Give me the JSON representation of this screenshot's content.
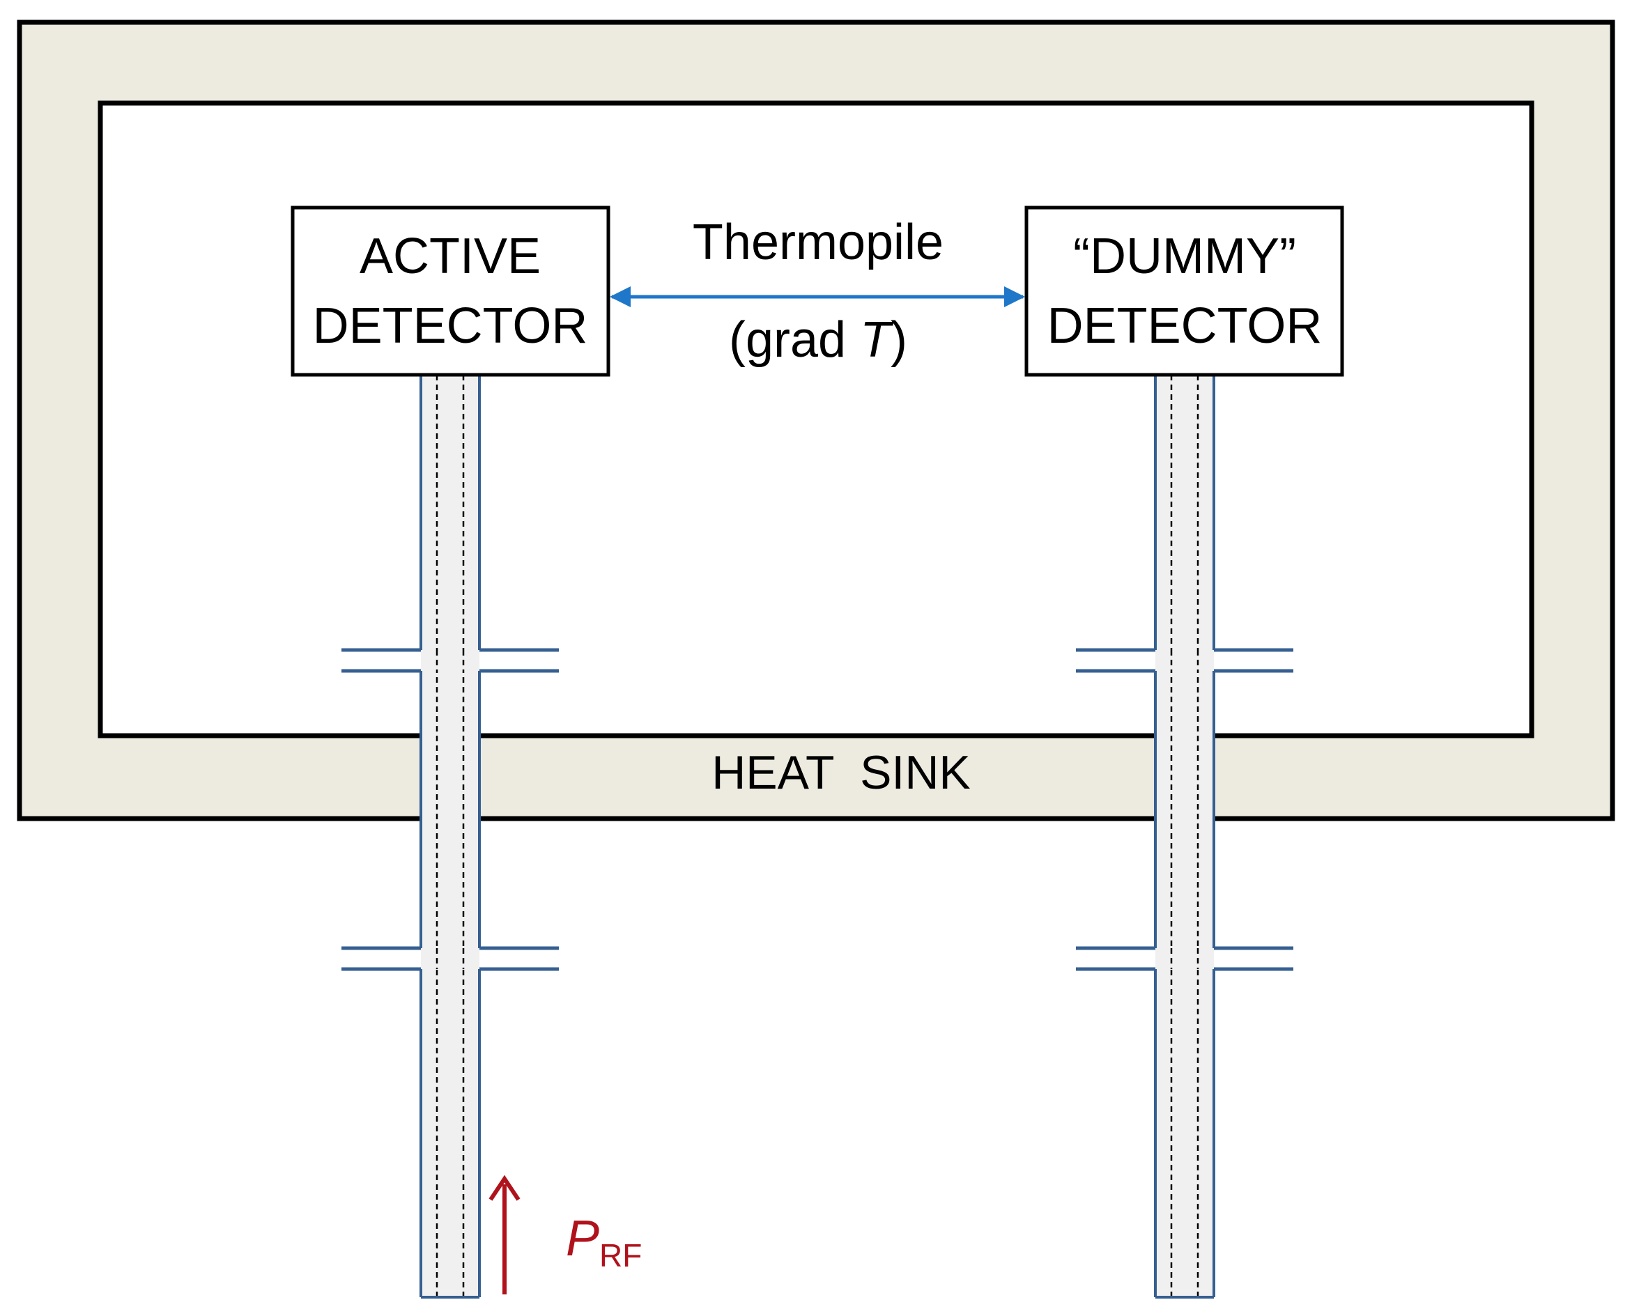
{
  "diagram": {
    "heat_sink_label": "HEAT  SINK",
    "active_detector": {
      "line1": "ACTIVE",
      "line2": "DETECTOR"
    },
    "dummy_detector": {
      "line1": "“DUMMY”",
      "line2": "DETECTOR"
    },
    "thermopile": {
      "label": "Thermopile",
      "sub_prefix": "(grad ",
      "sub_var": "T",
      "sub_suffix": ")"
    },
    "input_power": {
      "symbol": "P",
      "subscript": "RF"
    },
    "colors": {
      "heat_sink_fill": "#edeae0",
      "line_blue": "#365f91",
      "arrow_blue": "#1f77c9",
      "power_red": "#b0121b",
      "center_fill": "#f0f0f0"
    },
    "icons": [
      "double-arrow-icon",
      "up-arrow-icon",
      "flange-icon"
    ]
  }
}
